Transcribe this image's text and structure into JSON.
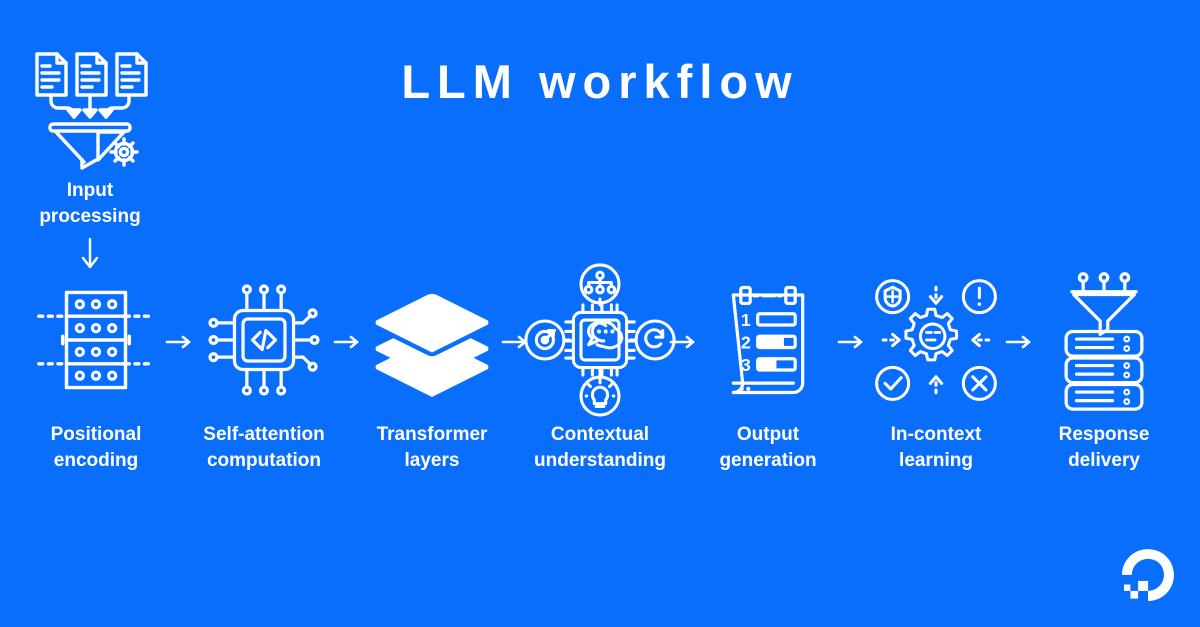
{
  "page": {
    "title": "LLM workflow",
    "background_color": "#0a6efd",
    "foreground_color": "#ffffff"
  },
  "intro": {
    "label": "Input\nprocessing",
    "icon": "documents-funnel-gear-icon",
    "down_arrow": "arrow-down-icon"
  },
  "pipeline": {
    "arrow": "arrow-right-icon",
    "stages": [
      {
        "label": "Positional\nencoding",
        "icon": "positional-grid-icon"
      },
      {
        "label": "Self-attention\ncomputation",
        "icon": "chip-code-icon"
      },
      {
        "label": "Transformer\nlayers",
        "icon": "stacked-layers-icon"
      },
      {
        "label": "Contextual\nunderstanding",
        "icon": "chip-chat-network-icon"
      },
      {
        "label": "Output\ngeneration",
        "icon": "numbered-clipboard-icon"
      },
      {
        "label": "In-context\nlearning",
        "icon": "gear-feedback-icon"
      },
      {
        "label": "Response\ndelivery",
        "icon": "funnel-server-stack-icon"
      }
    ]
  },
  "brand": {
    "name": "digitalocean-logo"
  }
}
